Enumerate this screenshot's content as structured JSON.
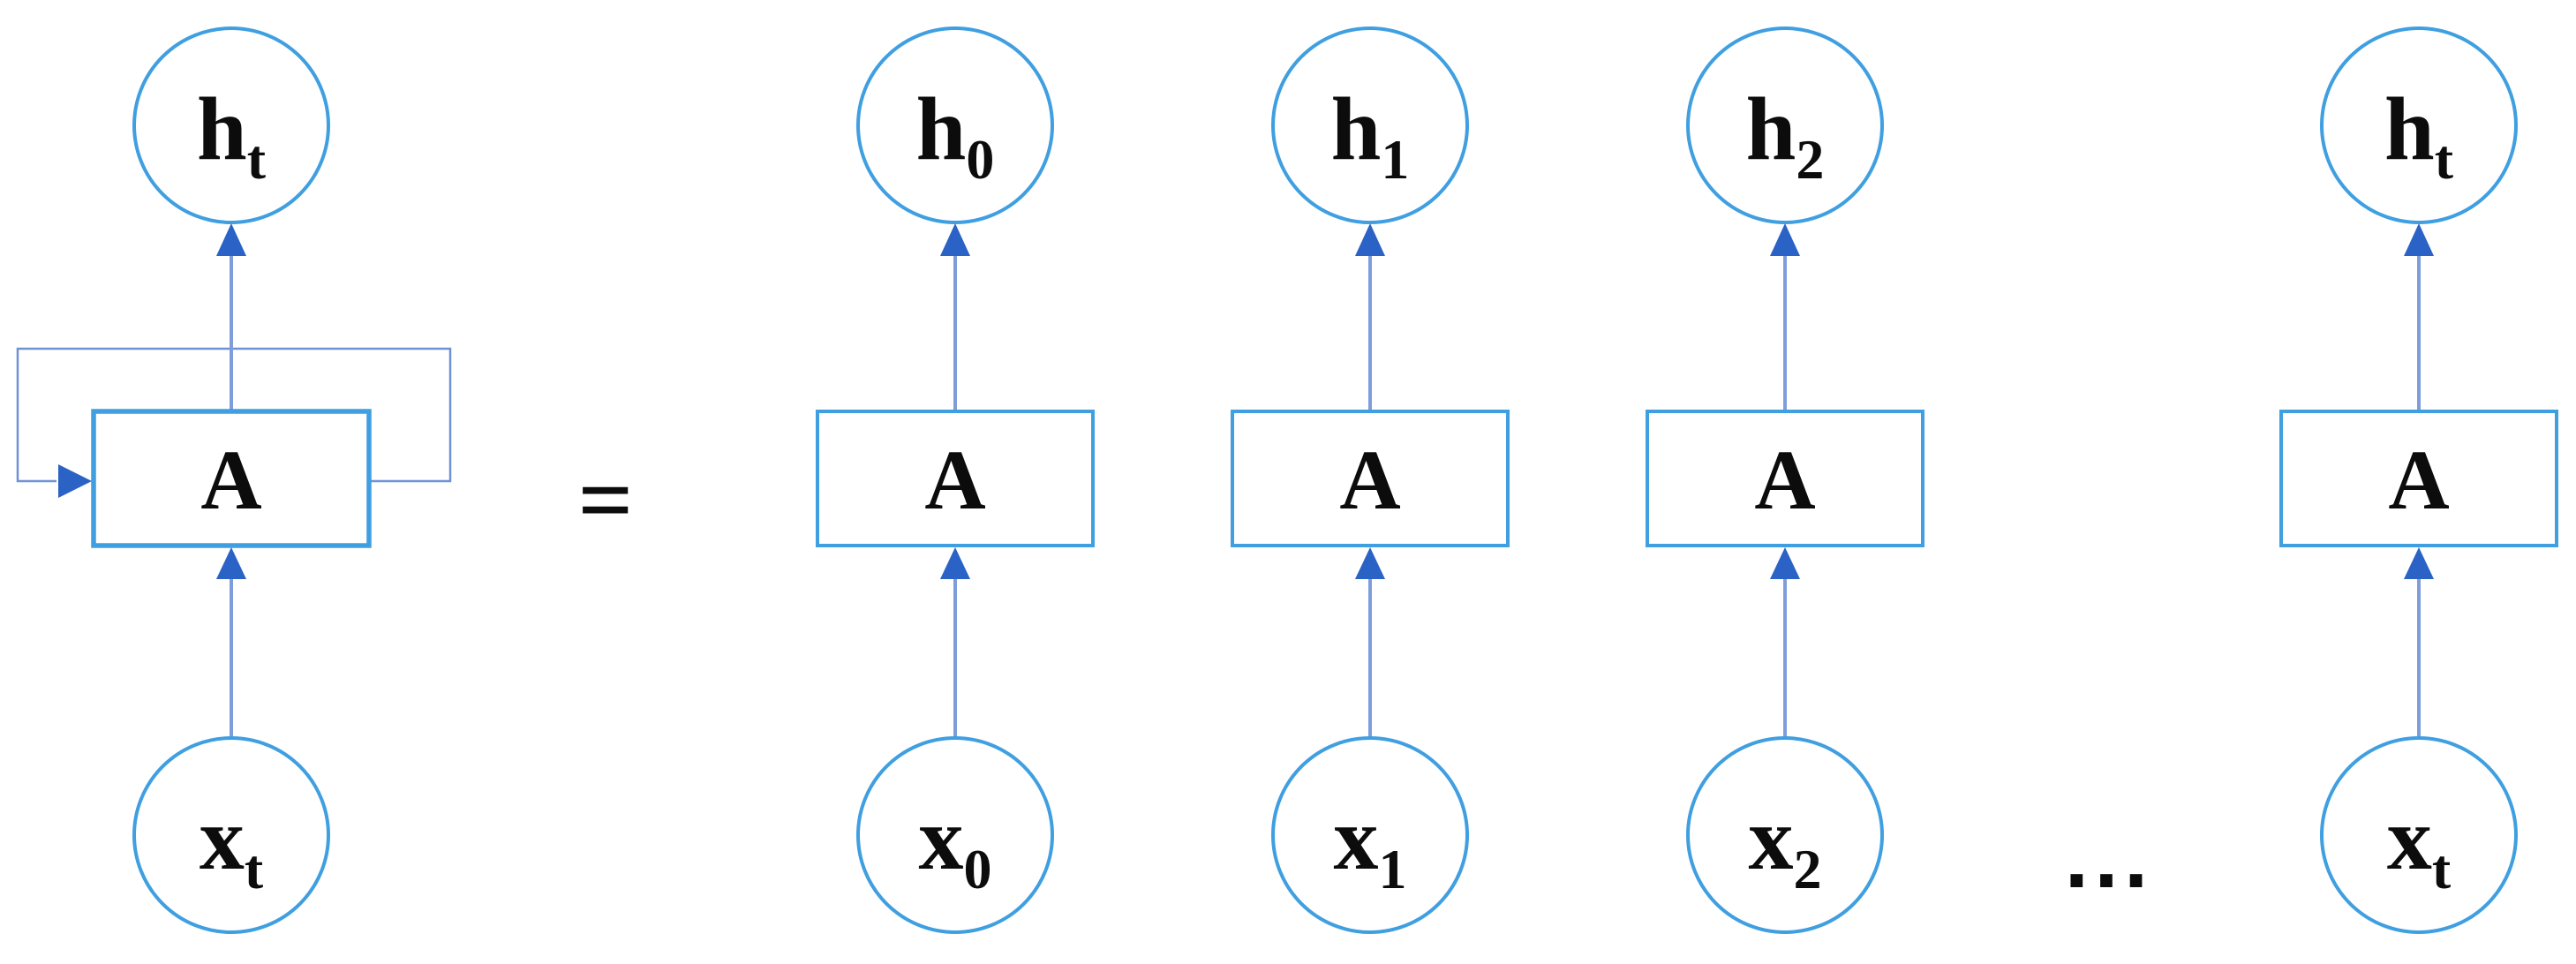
{
  "diagram": {
    "title": "rnn-unrolled-diagram",
    "background": "#ffffff",
    "colors": {
      "node_stroke": "#3f9fe0",
      "connector": "#7f9dda",
      "loop": "#6e92d6",
      "arrowhead": "#2a62c6",
      "text": "#0c0c0c"
    },
    "equals_sign": "=",
    "ellipsis": "...",
    "folded_unit": {
      "output": {
        "main": "h",
        "sub": "t"
      },
      "block": "A",
      "input": {
        "main": "x",
        "sub": "t"
      }
    },
    "unrolled_units": [
      {
        "output": {
          "main": "h",
          "sub": "0"
        },
        "block": "A",
        "input": {
          "main": "x",
          "sub": "0"
        }
      },
      {
        "output": {
          "main": "h",
          "sub": "1"
        },
        "block": "A",
        "input": {
          "main": "x",
          "sub": "1"
        }
      },
      {
        "output": {
          "main": "h",
          "sub": "2"
        },
        "block": "A",
        "input": {
          "main": "x",
          "sub": "2"
        }
      },
      {
        "output": {
          "main": "h",
          "sub": "t"
        },
        "block": "A",
        "input": {
          "main": "x",
          "sub": "t"
        }
      }
    ]
  }
}
